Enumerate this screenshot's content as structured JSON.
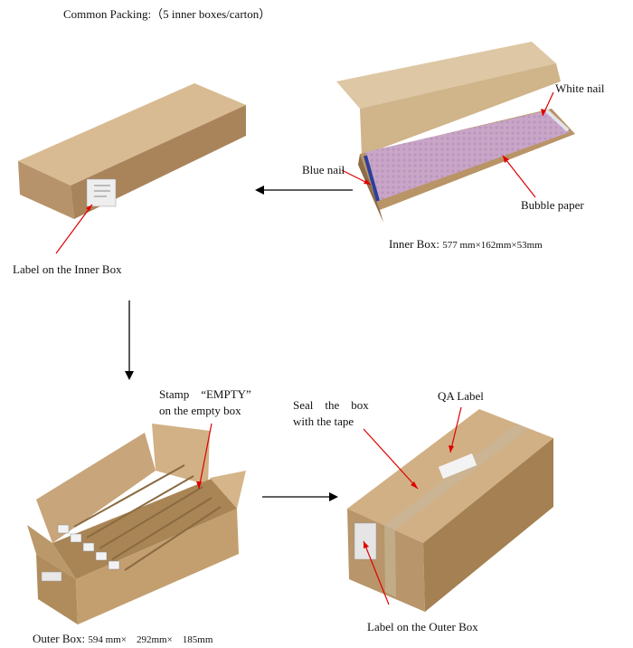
{
  "heading": "Common Packing:（5 inner boxes/carton）",
  "labels": {
    "white_nail": "White nail",
    "blue_nail": "Blue nail",
    "bubble_paper": "Bubble paper",
    "inner_box_title": "Inner Box:",
    "inner_box_dims": "577 mm×162mm×53mm",
    "label_inner_box": "Label on the Inner Box",
    "stamp_line1": "Stamp　“EMPTY”",
    "stamp_line2": "on the empty box",
    "seal_line1": "Seal　the　box",
    "seal_line2": "with the tape",
    "qa_label": "QA Label",
    "label_outer_box": "Label on the Outer Box",
    "outer_box_title": "Outer Box:",
    "outer_box_dims": "594 mm×　292mm×　185mm"
  },
  "colors": {
    "cardboard": "#c8a57a",
    "cardboard_dark": "#9c7a52",
    "bubble": "#c9a6c8",
    "annotation_line": "#e00000"
  }
}
